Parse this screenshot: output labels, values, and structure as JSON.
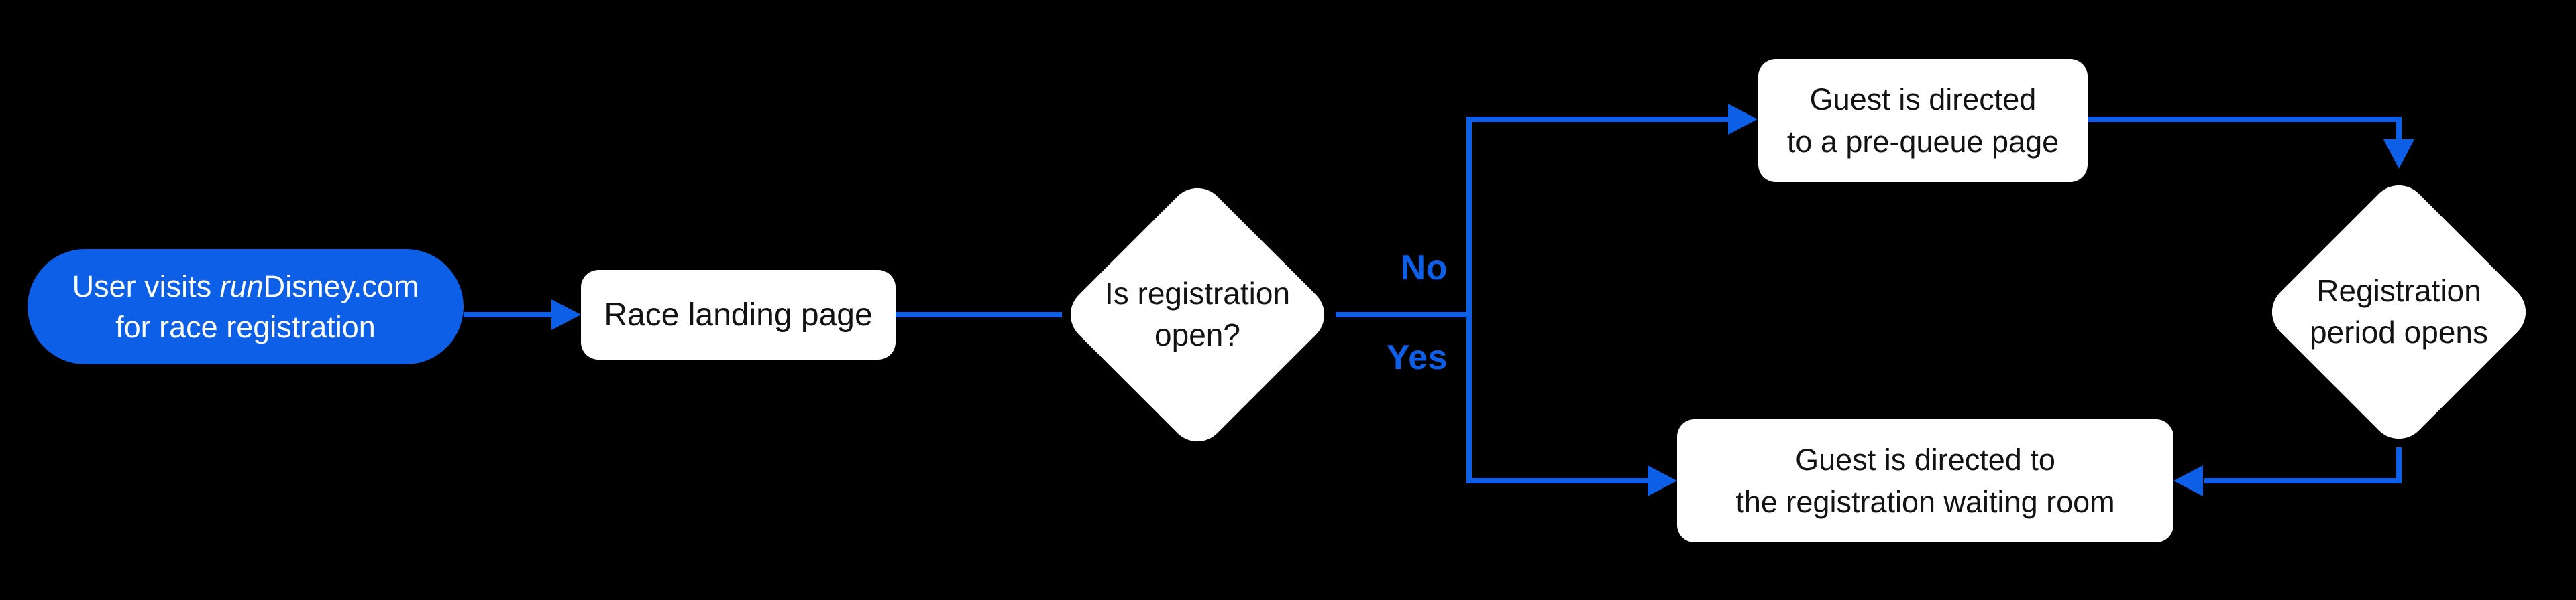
{
  "diagram": {
    "colors": {
      "bg": "#000000",
      "accent": "#0E5FE8",
      "node_fill": "#FFFFFF",
      "node_text": "#121212",
      "pill_text": "#FFFFFF"
    },
    "nodes": {
      "start": {
        "line1_prefix": "User visits ",
        "line1_italic": "run",
        "line1_suffix": "Disney.com",
        "line2": "for race registration"
      },
      "race_landing": {
        "label": "Race landing page"
      },
      "is_registration_open": {
        "line1": "Is registration",
        "line2": "open?"
      },
      "pre_queue": {
        "line1": "Guest is directed",
        "line2": "to a pre-queue page"
      },
      "registration_period_opens": {
        "line1": "Registration",
        "line2": "period opens"
      },
      "waiting_room": {
        "line1": "Guest is directed to",
        "line2": "the registration waiting room"
      }
    },
    "edge_labels": {
      "no": "No",
      "yes": "Yes"
    }
  }
}
